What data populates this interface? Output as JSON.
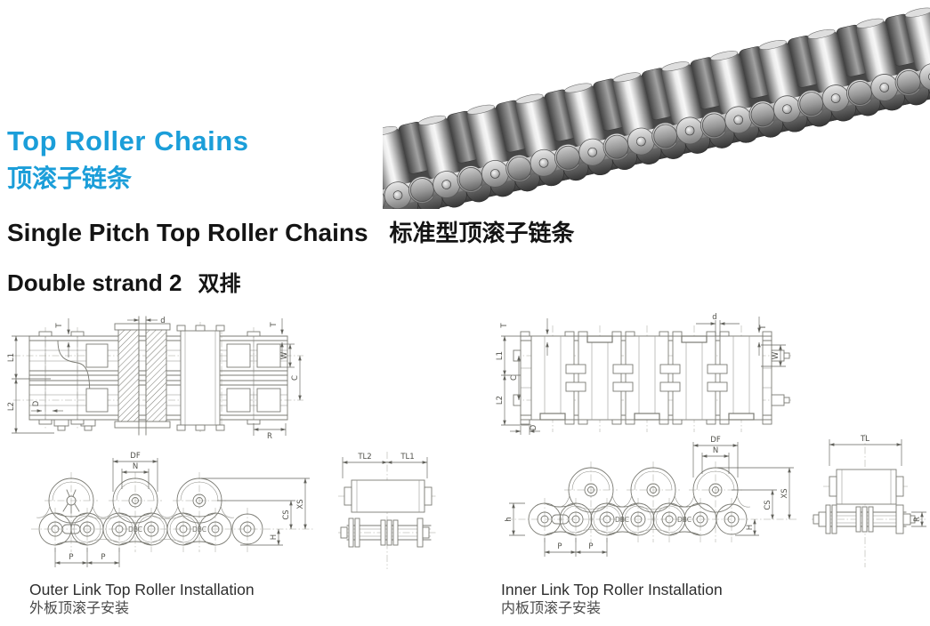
{
  "page": {
    "accent": "#1b9ed9"
  },
  "header": {
    "title_en": "Top Roller Chains",
    "title_zh": "顶滚子链条"
  },
  "section": {
    "heading_en": "Single Pitch Top Roller Chains",
    "heading_zh": "标准型顶滚子链条",
    "sub_en": "Double strand 2",
    "sub_zh": "双排"
  },
  "drawings": {
    "outer_plan": {
      "T_left": "T",
      "L1": "L1",
      "L2": "L2",
      "D": "D",
      "d": "d",
      "T_right": "T",
      "W": "W",
      "C": "C",
      "R": "R"
    },
    "inner_plan": {
      "T_left": "T",
      "L1": "L1",
      "C": "C",
      "L2": "L2",
      "D": "D",
      "d": "d",
      "T_right": "T",
      "W": "W"
    },
    "outer_side": {
      "DF": "DF",
      "N": "N",
      "XS": "XS",
      "CS": "CS",
      "H": "H",
      "P1": "P",
      "P2": "P",
      "DBC1": "DBC",
      "DBC2": "DBC"
    },
    "inner_side": {
      "DF": "DF",
      "N": "N",
      "XS": "XS",
      "CS": "CS",
      "H": "H",
      "h": "h",
      "P1": "P",
      "P2": "P",
      "DBC1": "DBC",
      "DBC2": "DBC"
    },
    "outer_end": {
      "TL2": "TL2",
      "TL1": "TL1"
    },
    "inner_end": {
      "TL": "TL",
      "R": "R"
    }
  },
  "captions": {
    "outer_en": "Outer Link Top Roller Installation",
    "outer_zh": "外板顶滚子安装",
    "inner_en": "Inner Link Top Roller Installation",
    "inner_zh": "内板顶滚子安装"
  }
}
